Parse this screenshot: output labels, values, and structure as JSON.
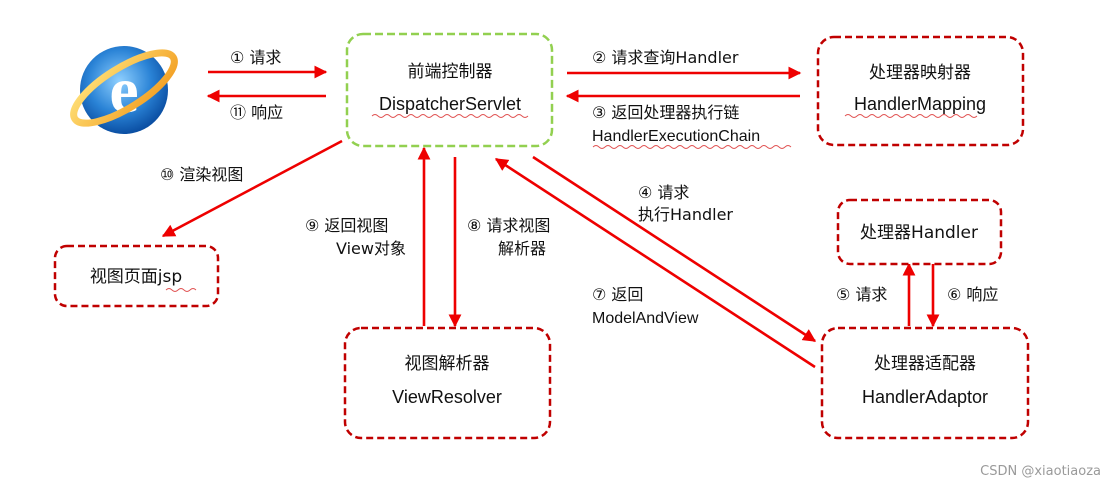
{
  "nodes": {
    "dispatcher": {
      "title": "前端控制器",
      "subtitle": "DispatcherServlet"
    },
    "mapping": {
      "title": "处理器映射器",
      "subtitle": "HandlerMapping"
    },
    "handler": {
      "title": "处理器Handler"
    },
    "adaptor": {
      "title": "处理器适配器",
      "subtitle": "HandlerAdaptor"
    },
    "resolver": {
      "title": "视图解析器",
      "subtitle": "ViewResolver"
    },
    "view": {
      "title": "视图页面jsp"
    }
  },
  "edges": {
    "e1": "① 请求",
    "e11": "⑪ 响应",
    "e2": "② 请求查询Handler",
    "e3_line1": "③ 返回处理器执行链",
    "e3_line2": "HandlerExecutionChain",
    "e4_line1": "④ 请求",
    "e4_line2": "执行Handler",
    "e5": "⑤ 请求",
    "e6": "⑥ 响应",
    "e7_line1": "⑦ 返回",
    "e7_line2": "ModelAndView",
    "e8_line1": "⑧ 请求视图",
    "e8_line2": "解析器",
    "e9_line1": "⑨ 返回视图",
    "e9_line2": "View对象",
    "e10": "⑩ 渲染视图"
  },
  "watermark": "CSDN @xiaotiaoza",
  "colors": {
    "arrow": "#ee0000",
    "box_border": "#c00000",
    "controller_border": "#92d050",
    "browser_icon": "ie-browser-icon"
  }
}
